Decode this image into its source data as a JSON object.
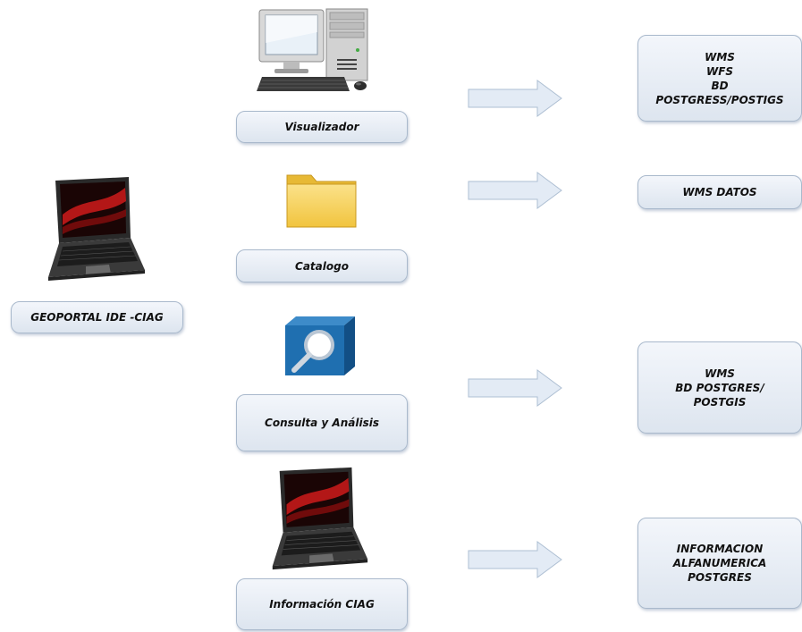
{
  "portal": {
    "label": "GEOPORTAL IDE -CIAG"
  },
  "modules": [
    {
      "label": "Visualizador"
    },
    {
      "label": "Catalogo"
    },
    {
      "label": "Consulta  y Análisis"
    },
    {
      "label": "Información  CIAG"
    }
  ],
  "services": [
    {
      "lines": [
        "WMS",
        "WFS",
        "BD",
        "POSTGRESS/POSTIGS"
      ]
    },
    {
      "lines": [
        "WMS DATOS"
      ]
    },
    {
      "lines": [
        "WMS",
        "BD POSTGRES/",
        "POSTGIS"
      ]
    },
    {
      "lines": [
        "INFORMACION",
        "ALFANUMERICA",
        "POSTGRES"
      ]
    }
  ],
  "icons": {
    "portal": "laptop-icon",
    "visualizador": "desktop-computer-icon",
    "catalogo": "folder-icon",
    "consulta": "magnifier-cube-icon",
    "informacion": "laptop-icon"
  },
  "colors": {
    "box_fill_top": "#f3f6fb",
    "box_fill_bottom": "#dde5ef",
    "box_border": "#a9b9cc",
    "arrow_fill": "#e3ebf5",
    "arrow_stroke": "#aebfd3",
    "folder": "#f7d35e",
    "magnifier_blue": "#1f6fb0"
  }
}
